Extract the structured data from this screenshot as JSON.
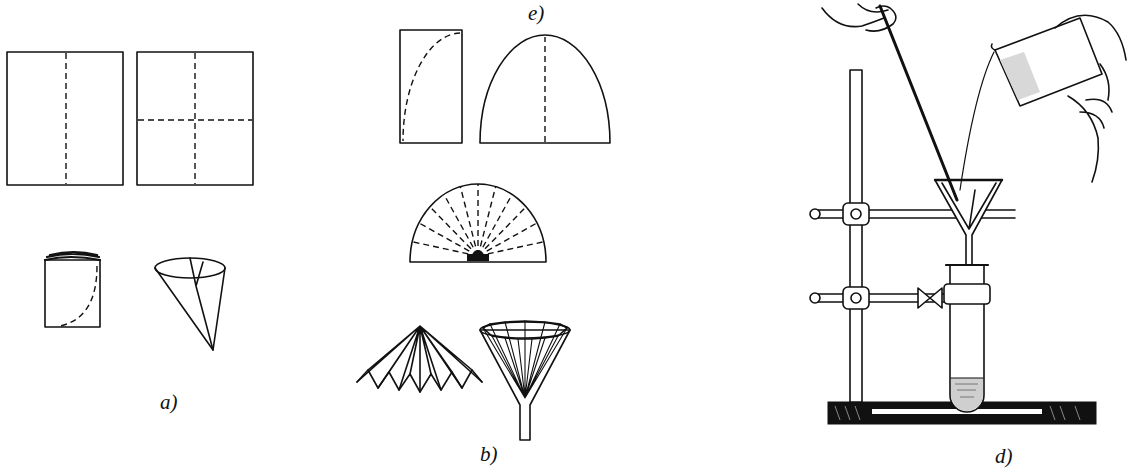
{
  "diagram": {
    "labels": [
      "e)",
      "a)",
      "b)",
      "d)"
    ]
  }
}
